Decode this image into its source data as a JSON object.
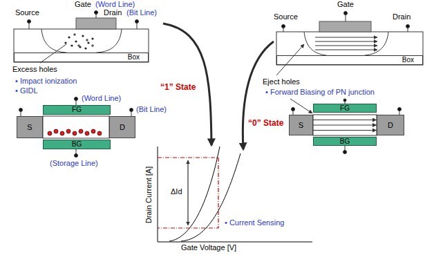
{
  "diagram": {
    "nodes": [
      {
        "text": [
          "Box"
        ]
      },
      {
        "text": [
          "FG"
        ]
      },
      {
        "text": [
          "S"
        ]
      },
      {
        "text": [
          "D"
        ]
      },
      {
        "text": [
          "BG"
        ]
      },
      {
        "text": [
          "Box"
        ]
      },
      {
        "text": [
          "FG"
        ]
      },
      {
        "text": [
          "S"
        ]
      },
      {
        "text": [
          "D"
        ]
      },
      {
        "text": [
          "BG"
        ]
      }
    ],
    "edges": [
      {
        "from": 7,
        "to": 8,
        "arrow": "to"
      },
      {
        "from": 7,
        "to": 8,
        "arrow": "to"
      },
      {
        "from": 7,
        "to": 8,
        "arrow": "to"
      }
    ],
    "labels": [
      "Gate",
      "(Word Line)",
      "Source",
      "Drain",
      "(Bit Line)",
      "Excess holes",
      "• Impact ionization",
      "• GIDL",
      "(Word Line)",
      "(Bit Line)",
      "(Storage Line)",
      "Gate",
      "Source",
      "Drain",
      "Eject holes",
      "• Forward Biasing of PN junction",
      "“1” State",
      "“0” State",
      "Drain Current [A]",
      "ΔId",
      "Gate Voltage [V]",
      "• Current Sensing"
    ]
  }
}
